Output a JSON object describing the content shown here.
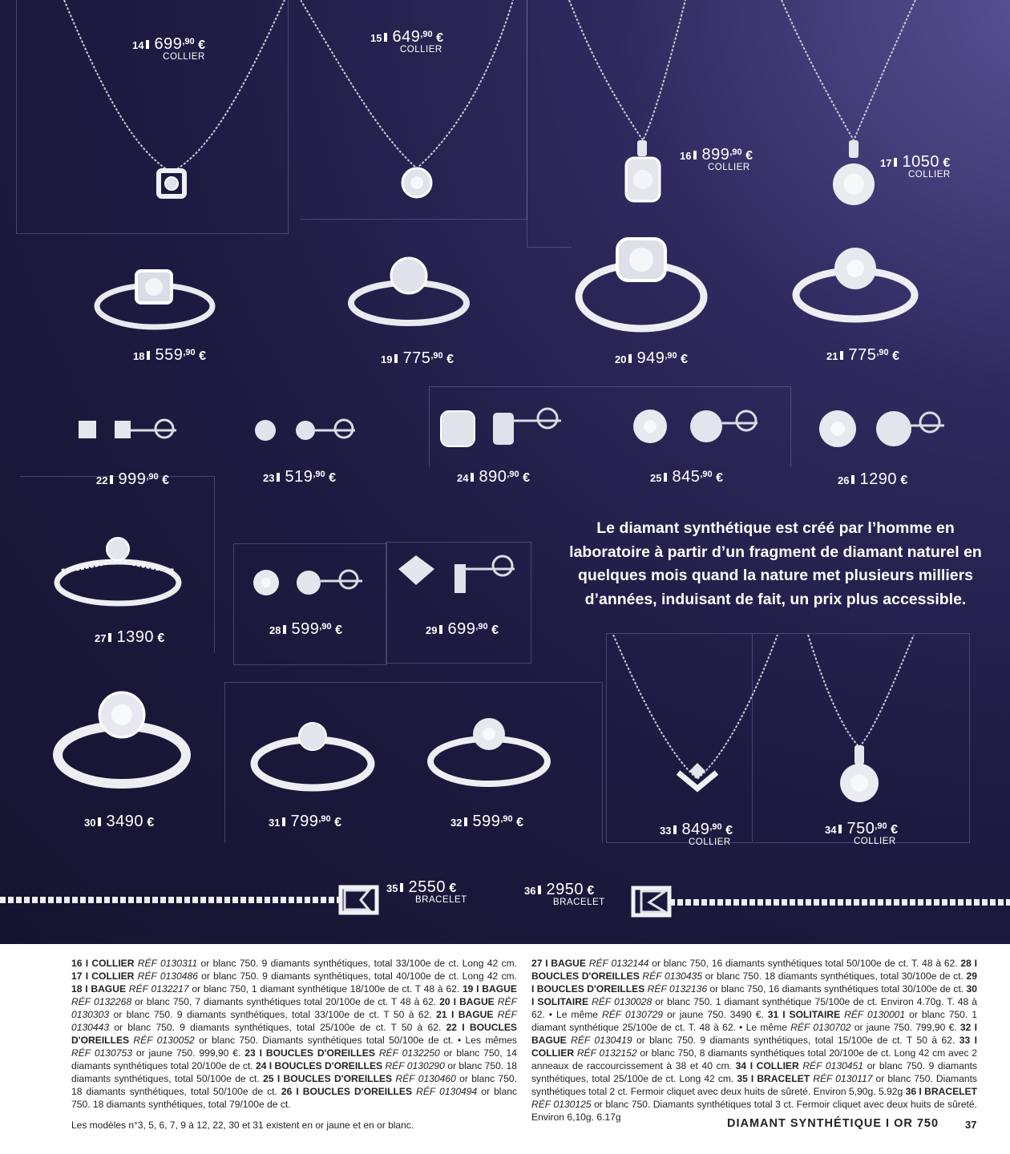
{
  "colors": {
    "background": "#1d1b42",
    "metal": "#e9ebef",
    "text": "#222222",
    "price_text": "#ffffff"
  },
  "products": [
    {
      "n": "14",
      "amount": "699",
      "cents": ",90",
      "euro": "€",
      "kind": "COLLIER"
    },
    {
      "n": "15",
      "amount": "649",
      "cents": ",90",
      "euro": "€",
      "kind": "COLLIER"
    },
    {
      "n": "16",
      "amount": "899",
      "cents": ",90",
      "euro": "€",
      "kind": "COLLIER"
    },
    {
      "n": "17",
      "amount": "1050",
      "cents": "",
      "euro": "€",
      "kind": "COLLIER"
    },
    {
      "n": "18",
      "amount": "559",
      "cents": ",90",
      "euro": "€",
      "kind": ""
    },
    {
      "n": "19",
      "amount": "775",
      "cents": ",90",
      "euro": "€",
      "kind": ""
    },
    {
      "n": "20",
      "amount": "949",
      "cents": ",90",
      "euro": "€",
      "kind": ""
    },
    {
      "n": "21",
      "amount": "775",
      "cents": ",90",
      "euro": "€",
      "kind": ""
    },
    {
      "n": "22",
      "amount": "999",
      "cents": ",90",
      "euro": "€",
      "kind": ""
    },
    {
      "n": "23",
      "amount": "519",
      "cents": ",90",
      "euro": "€",
      "kind": ""
    },
    {
      "n": "24",
      "amount": "890",
      "cents": ",90",
      "euro": "€",
      "kind": ""
    },
    {
      "n": "25",
      "amount": "845",
      "cents": ",90",
      "euro": "€",
      "kind": ""
    },
    {
      "n": "26",
      "amount": "1290",
      "cents": "",
      "euro": "€",
      "kind": ""
    },
    {
      "n": "27",
      "amount": "1390",
      "cents": "",
      "euro": "€",
      "kind": ""
    },
    {
      "n": "28",
      "amount": "599",
      "cents": ",90",
      "euro": "€",
      "kind": ""
    },
    {
      "n": "29",
      "amount": "699",
      "cents": ",90",
      "euro": "€",
      "kind": ""
    },
    {
      "n": "30",
      "amount": "3490",
      "cents": "",
      "euro": "€",
      "kind": ""
    },
    {
      "n": "31",
      "amount": "799",
      "cents": ",90",
      "euro": "€",
      "kind": ""
    },
    {
      "n": "32",
      "amount": "599",
      "cents": ",90",
      "euro": "€",
      "kind": ""
    },
    {
      "n": "33",
      "amount": "849",
      "cents": ",90",
      "euro": "€",
      "kind": "COLLIER"
    },
    {
      "n": "34",
      "amount": "750",
      "cents": ",90",
      "euro": "€",
      "kind": "COLLIER"
    },
    {
      "n": "35",
      "amount": "2550",
      "cents": "",
      "euro": "€",
      "kind": "BRACELET"
    },
    {
      "n": "36",
      "amount": "2950",
      "cents": "",
      "euro": "€",
      "kind": "BRACELET"
    }
  ],
  "tagline": "Le diamant synthétique est créé par l’homme en laboratoire à partir d’un fragment de diamant naturel en quelques mois quand la nature met plusieurs milliers d’années, induisant de fait, un prix plus accessible.",
  "descriptions": [
    {
      "n": "16",
      "type": "COLLIER",
      "ref": "RÉF 0130311",
      "text": " or blanc 750. 9 diamants synthétiques, total 33/100e de ct. Long 42 cm."
    },
    {
      "n": "17",
      "type": "COLLIER",
      "ref": "RÉF 0130486",
      "text": " or blanc 750. 9 diamants synthétiques, total 40/100e de ct. Long 42 cm."
    },
    {
      "n": "18",
      "type": "BAGUE",
      "ref": "RÉF 0132217",
      "text": " or blanc 750, 1 diamant synthétique 18/100e de ct. T 48 à 62."
    },
    {
      "n": "19",
      "type": "BAGUE",
      "ref": "RÉF 0132268",
      "text": " or blanc 750, 7 diamants synthétiques total 20/100e de ct. T 48 à 62."
    },
    {
      "n": "20",
      "type": "BAGUE",
      "ref": "RÉF 0130303",
      "text": " or blanc 750. 9 diamants synthétiques, total 33/100e de ct. T 50 à 62."
    },
    {
      "n": "21",
      "type": "BAGUE",
      "ref": "RÉF 0130443",
      "text": " or blanc 750. 9 diamants synthétiques, total 25/100e de ct. T 50 à 62."
    },
    {
      "n": "22",
      "type": "BOUCLES D'OREILLES",
      "ref": "RÉF 0130052",
      "text": " or blanc 750. Diamants synthétiques total 50/100e de ct. • Les mêmes ",
      "ref2": "RÉF 0130753",
      "text2": " or jaune 750. 999,90 €."
    },
    {
      "n": "23",
      "type": "BOUCLES D'OREILLES",
      "ref": "RÉF 0132250",
      "text": " or blanc 750, 14 diamants synthétiques total 20/100e de ct."
    },
    {
      "n": "24",
      "type": "BOUCLES D'OREILLES",
      "ref": "RÉF 0130290",
      "text": " or blanc 750. 18 diamants synthétiques, total 50/100e de ct."
    },
    {
      "n": "25",
      "type": "BOUCLES D'OREILLES",
      "ref": "RÉF 0130460",
      "text": " or blanc 750. 18 diamants synthétiques, total 50/100e de ct."
    },
    {
      "n": "26",
      "type": "BOUCLES D'OREILLES",
      "ref": "RÉF 0130494",
      "text": " or blanc 750. 18 diamants synthétiques, total 79/100e de ct."
    },
    {
      "n": "27",
      "type": "BAGUE",
      "ref": "RÉF 0132144",
      "text": " or blanc 750, 16 diamants synthétiques total 50/100e de ct. T. 48 à 62."
    },
    {
      "n": "28",
      "type": "BOUCLES D'OREILLES",
      "ref": "RÉF 0130435",
      "text": " or blanc 750. 18 diamants synthétiques, total 30/100e de ct."
    },
    {
      "n": "29",
      "type": "BOUCLES D'OREILLES",
      "ref": "RÉF 0132136",
      "text": " or blanc 750, 16 diamants synthétiques total 30/100e de ct."
    },
    {
      "n": "30",
      "type": "SOLITAIRE",
      "ref": "RÉF 0130028",
      "text": " or blanc 750. 1 diamant synthétique 75/100e de ct. Environ 4.70g. T. 48 à 62. • Le même ",
      "ref2": "RÉF 0130729",
      "text2": " or jaune 750. 3490 €."
    },
    {
      "n": "31",
      "type": "SOLITAIRE",
      "ref": "RÉF 0130001",
      "text": " or blanc 750. 1 diamant synthétique 25/100e de ct. T. 48 à 62. • Le même ",
      "ref2": "RÉF 0130702",
      "text2": " or jaune 750. 799,90 €."
    },
    {
      "n": "32",
      "type": "BAGUE",
      "ref": "RÉF 0130419",
      "text": " or blanc 750. 9 diamants synthétiques, total 15/100e de ct. T 50 à 62."
    },
    {
      "n": "33",
      "type": "COLLIER",
      "ref": "RÉF 0132152",
      "text": " or blanc 750, 8 diamants synthétiques total 20/100e de ct. Long 42 cm avec 2 anneaux de raccourcissement à 38 et 40 cm."
    },
    {
      "n": "34",
      "type": "COLLIER",
      "ref": "RÉF 0130451",
      "text": " or blanc 750. 9 diamants synthétiques, total 25/100e de ct. Long 42 cm."
    },
    {
      "n": "35",
      "type": "BRACELET",
      "ref": "RÉF 0130117",
      "text": " or blanc 750. Diamants synthétiques total 2 ct. Fermoir cliquet avec deux huits de sûreté. Environ 5,90g. 5.92g"
    },
    {
      "n": "36",
      "type": "BRACELET",
      "ref": "RÉF 0130125",
      "text": " or blanc 750. Diamants synthétiques total 3 ct. Fermoir cliquet avec deux huits de sûreté. Environ 6,10g. 6.17g"
    }
  ],
  "desc_separator": "I",
  "footnote": "Les modèles n°3, 5, 6, 7, 9 à 12, 22, 30 et 31 existent en or jaune et en or blanc.",
  "footer_title": "DIAMANT SYNTHÉTIQUE I OR 750",
  "page_number": "37"
}
